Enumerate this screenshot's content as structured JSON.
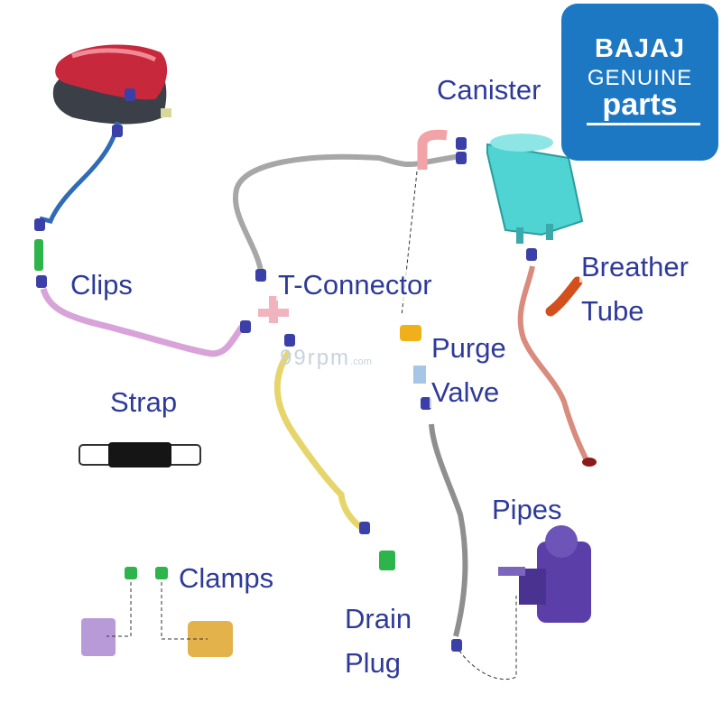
{
  "logo": {
    "brand": "BAJAJ",
    "line1": "GENUINE",
    "line2": "parts"
  },
  "watermark": {
    "main": "99rpm",
    "suffix": ".com"
  },
  "labels": {
    "canister": "Canister",
    "breather_1": "Breather",
    "breather_2": "Tube",
    "clips": "Clips",
    "t_connector": "T-Connector",
    "purge_1": "Purge",
    "purge_2": "Valve",
    "strap": "Strap",
    "pipes": "Pipes",
    "clamps": "Clamps",
    "drain_1": "Drain",
    "drain_2": "Plug"
  },
  "colors": {
    "label": "#2e3a9a",
    "logo_bg": "#1d78c3",
    "tank": "#c8283c",
    "canister": "#4fd3d3",
    "clip": "#3b3fa8",
    "fuel_line": "#2f6bb6",
    "gray_hose": "#a7a7a7",
    "pink_hose": "#d8a3d8",
    "yellow_hose": "#e6d56a",
    "breather": "#d2501e",
    "copper_pipe": "#d98b7e",
    "carburetor": "#5b3ea8",
    "green_part": "#2db44a",
    "clamp_purple": "#b99ad8",
    "clamp_orange": "#e3b24a"
  }
}
